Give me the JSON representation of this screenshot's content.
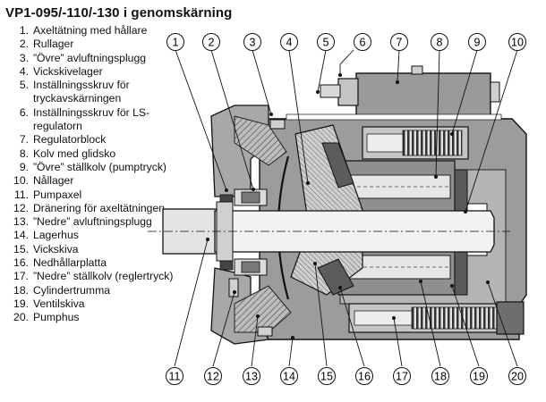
{
  "title": "VP1-095/-110/-130 i genomskärning",
  "parts": [
    {
      "num": "1.",
      "label": "Axeltätning med hållare"
    },
    {
      "num": "2.",
      "label": "Rullager"
    },
    {
      "num": "3.",
      "label": "”Övre” avluftningsplugg"
    },
    {
      "num": "4.",
      "label": "Vickskivelager"
    },
    {
      "num": "5.",
      "label": "Inställningsskruv för tryckavskärningen"
    },
    {
      "num": "6.",
      "label": "Inställningsskruv för LS-regulatorn"
    },
    {
      "num": "7.",
      "label": "Regulatorblock"
    },
    {
      "num": "8.",
      "label": "Kolv med glidsko"
    },
    {
      "num": "9.",
      "label": "”Övre” ställkolv (pumptryck)"
    },
    {
      "num": "10.",
      "label": "Nållager"
    },
    {
      "num": "11.",
      "label": "Pumpaxel"
    },
    {
      "num": "12.",
      "label": "Dränering för axeltätningen"
    },
    {
      "num": "13.",
      "label": "”Nedre” avluftningsplugg"
    },
    {
      "num": "14.",
      "label": "Lagerhus"
    },
    {
      "num": "15.",
      "label": "Vickskiva"
    },
    {
      "num": "16.",
      "label": "Nedhållarplatta"
    },
    {
      "num": "17.",
      "label": "”Nedre” ställkolv (reglertryck)"
    },
    {
      "num": "18.",
      "label": "Cylindertrumma"
    },
    {
      "num": "19.",
      "label": "Ventilskiva"
    },
    {
      "num": "20.",
      "label": "Pumphus"
    }
  ],
  "callouts_top": [
    "1",
    "2",
    "3",
    "4",
    "5",
    "6",
    "7",
    "8",
    "9",
    "10"
  ],
  "callouts_bottom": [
    "11",
    "12",
    "13",
    "14",
    "15",
    "16",
    "17",
    "18",
    "19",
    "20"
  ]
}
